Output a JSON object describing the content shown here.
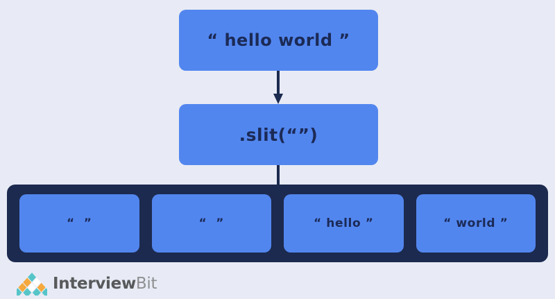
{
  "colors": {
    "background": "#e8ebf5",
    "node_blue": "#5286ef",
    "dark_navy": "#1c2a4f",
    "text_navy": "#1b2a56",
    "logo_teal": "#56c5c8",
    "logo_orange": "#f5a83c",
    "logo_white": "#ffffff",
    "logo_text_dark": "#58595b",
    "logo_text_light": "#8d8f91"
  },
  "diagram": {
    "input_node": {
      "label": "“ hello world ”"
    },
    "method_node": {
      "label": ".slit(“”)"
    },
    "arrows": [
      {
        "name": "arrow-input-to-method"
      },
      {
        "name": "arrow-method-to-results"
      }
    ],
    "results": {
      "items": [
        {
          "label": "“  ”"
        },
        {
          "label": "“  ”"
        },
        {
          "label": "“ hello ”"
        },
        {
          "label": "“ world ”"
        }
      ]
    }
  },
  "branding": {
    "name_bold": "Interview",
    "name_light": "Bit"
  }
}
